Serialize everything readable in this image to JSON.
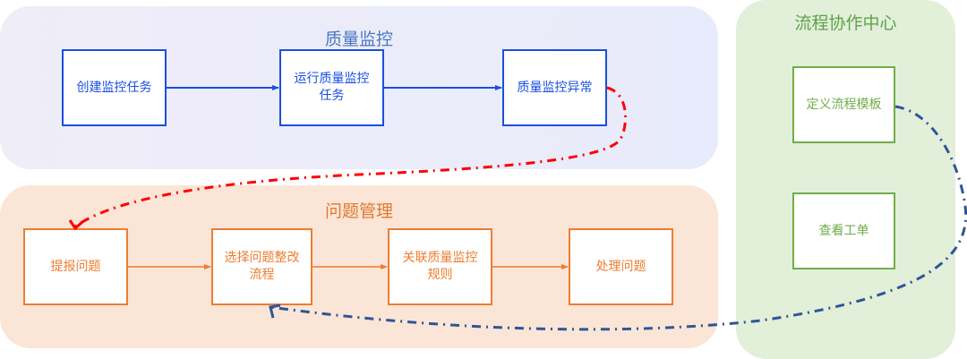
{
  "panels": {
    "quality": {
      "title": "质量监控",
      "nodes": [
        "创建监控任务",
        "运行质量监控任务",
        "质量监控异常"
      ]
    },
    "issue": {
      "title": "问题管理",
      "nodes": [
        "提报问题",
        "选择问题整改流程",
        "关联质量监控规则",
        "处理问题"
      ]
    },
    "flow": {
      "title": "流程协作中心",
      "nodes": [
        "定义流程模板",
        "查看工单"
      ]
    }
  },
  "colors": {
    "quality": "#1a4fe0",
    "issue": "#ed7d31",
    "flow": "#70ad47",
    "exception_link": "#ff0000",
    "template_link": "#2f5597"
  },
  "links": [
    {
      "from": "创建监控任务",
      "to": "运行质量监控任务",
      "style": "solid"
    },
    {
      "from": "运行质量监控任务",
      "to": "质量监控异常",
      "style": "solid"
    },
    {
      "from": "质量监控异常",
      "to": "提报问题",
      "style": "dash-dot"
    },
    {
      "from": "提报问题",
      "to": "选择问题整改流程",
      "style": "solid"
    },
    {
      "from": "选择问题整改流程",
      "to": "关联质量监控规则",
      "style": "solid"
    },
    {
      "from": "关联质量监控规则",
      "to": "处理问题",
      "style": "solid"
    },
    {
      "from": "定义流程模板",
      "to": "选择问题整改流程",
      "style": "dash-dot"
    }
  ]
}
